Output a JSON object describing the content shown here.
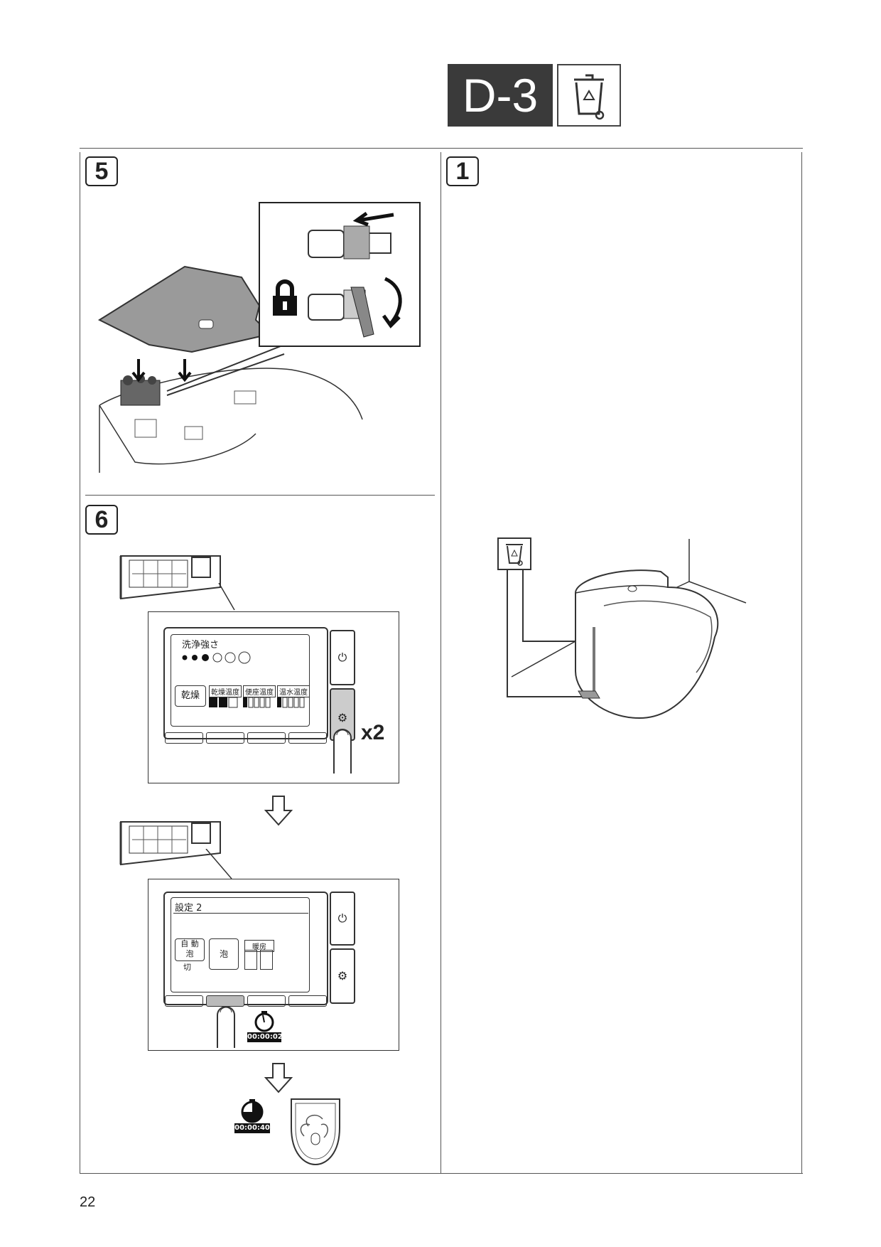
{
  "header": {
    "section_code": "D-3",
    "section_icon": "recycle-bin-icon"
  },
  "steps": [
    {
      "number": "5"
    },
    {
      "number": "6"
    },
    {
      "number": "1"
    }
  ],
  "step6": {
    "screen1": {
      "title": "洗浄強さ",
      "button": "乾燥",
      "tabs": [
        "乾燥温度",
        "便座温度",
        "温水温度"
      ],
      "press_count": "x2"
    },
    "screen2": {
      "title": "設定 2",
      "auto_foam": [
        "自 動",
        "泡",
        "切"
      ],
      "foam": "泡",
      "heating": "暖房",
      "timer": "00:00:02"
    },
    "final_timer": "00:00:40"
  },
  "footer": {
    "page_number": "22"
  }
}
